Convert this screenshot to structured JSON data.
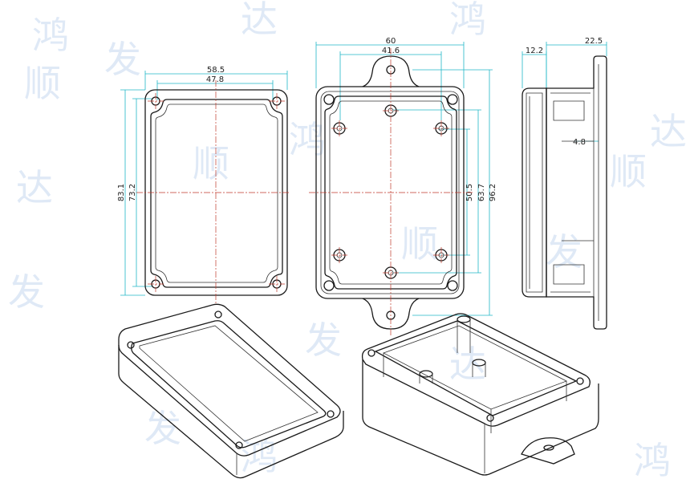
{
  "watermark": {
    "chars": [
      "鸿",
      "鸿",
      "鸿",
      "鸿",
      "鸿",
      "达",
      "达",
      "达",
      "达",
      "顺",
      "顺",
      "顺",
      "顺",
      "发",
      "发",
      "发",
      "发",
      "发"
    ]
  },
  "colors": {
    "outline": "#1a1a1a",
    "dimension": "#22b8c8",
    "centerline": "#c0392b",
    "watermark": "#dfe9f6"
  },
  "lid_view": {
    "dim_width_outer": "58.5",
    "dim_width_inner": "47.8",
    "dim_height_outer": "83.1",
    "dim_height_inner": "73.2"
  },
  "base_view": {
    "dim_width_outer": "60",
    "dim_width_inner": "41.6",
    "dim_h1": "50.5",
    "dim_h2": "63.7",
    "dim_h3": "96.2"
  },
  "side_view": {
    "dim_total": "22.5",
    "dim_lid": "12.2",
    "dim_wall": "4.8"
  }
}
